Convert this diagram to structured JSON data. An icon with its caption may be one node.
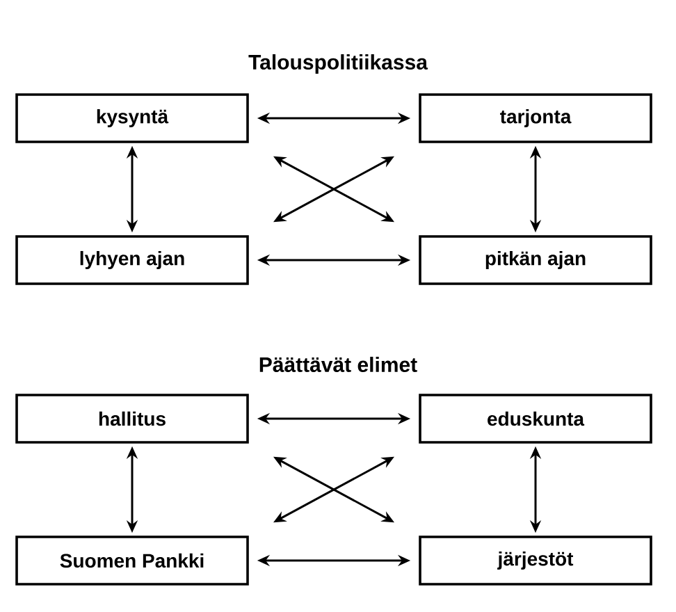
{
  "diagram": {
    "title": "Talouspolitiikassa",
    "nodes": [
      {
        "text": [
          "kysyntä"
        ]
      },
      {
        "text": [
          "tarjonta"
        ]
      },
      {
        "text": [
          "lyhyen ajan"
        ]
      },
      {
        "text": [
          "pitkän ajan"
        ]
      },
      {
        "text": [
          "hallitus"
        ]
      },
      {
        "text": [
          "eduskunta"
        ]
      },
      {
        "text": [
          "Suomen Pankki"
        ]
      },
      {
        "text": [
          "järjestöt"
        ]
      }
    ],
    "edges": [
      {
        "from": 0,
        "to": 1,
        "arrow": "both"
      },
      {
        "from": 0,
        "to": 2,
        "arrow": "both"
      },
      {
        "from": 1,
        "to": 3,
        "arrow": "both"
      },
      {
        "from": 2,
        "to": 3,
        "arrow": "both"
      },
      {
        "from": 0,
        "to": 3,
        "arrow": "both"
      },
      {
        "from": 1,
        "to": 2,
        "arrow": "both"
      },
      {
        "from": 4,
        "to": 5,
        "arrow": "both"
      },
      {
        "from": 4,
        "to": 6,
        "arrow": "both"
      },
      {
        "from": 5,
        "to": 7,
        "arrow": "both"
      },
      {
        "from": 6,
        "to": 7,
        "arrow": "both"
      },
      {
        "from": 4,
        "to": 7,
        "arrow": "both"
      },
      {
        "from": 5,
        "to": 6,
        "arrow": "both"
      }
    ],
    "labels": [
      "Päättävät elimet"
    ]
  }
}
